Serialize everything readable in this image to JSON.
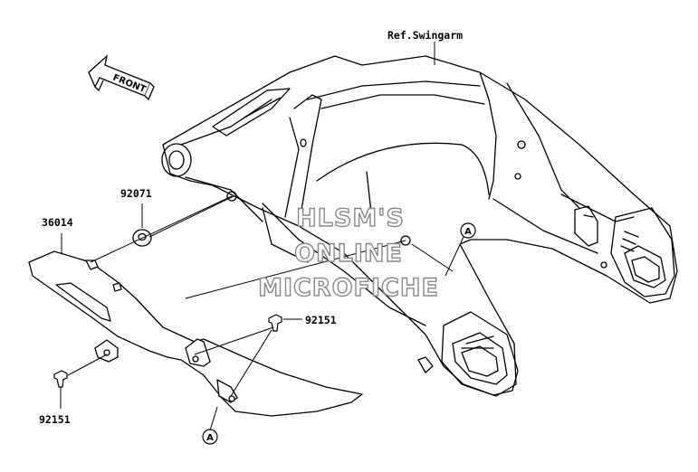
{
  "diagram": {
    "reference_label": "Ref.Swingarm",
    "front_label": "FRONT",
    "parts": {
      "p92071": "92071",
      "p36014": "36014",
      "p92151_right": "92151",
      "p92151_left": "92151"
    },
    "callouts": {
      "a_upper": "A",
      "a_lower": "A"
    },
    "watermark": {
      "line1": "HLSM'S",
      "line2": "ONLINE",
      "line3": "MICROFICHE"
    }
  }
}
